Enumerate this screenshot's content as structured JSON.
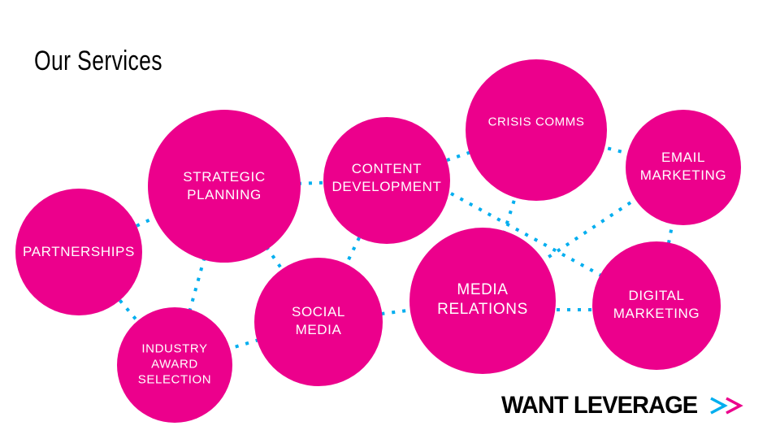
{
  "title": "Our Services",
  "colors": {
    "circle": "#EC008C",
    "connector": "#00AEEF",
    "text": "#FFFFFF"
  },
  "services": {
    "strategic": "STRATEGIC\nPLANNING",
    "partnerships": "PARTNERSHIPS",
    "content": "CONTENT\nDEVELOPMENT",
    "crisis": "CRISIS COMMS",
    "email": "EMAIL\nMARKETING",
    "social": "SOCIAL\nMEDIA",
    "media": "MEDIA\nRELATIONS",
    "digital": "DIGITAL\nMARKETING",
    "industry": "INDUSTRY\nAWARD\nSELECTION"
  },
  "logo": {
    "text": "WANT LEVERAGE",
    "arrows": ">>"
  }
}
